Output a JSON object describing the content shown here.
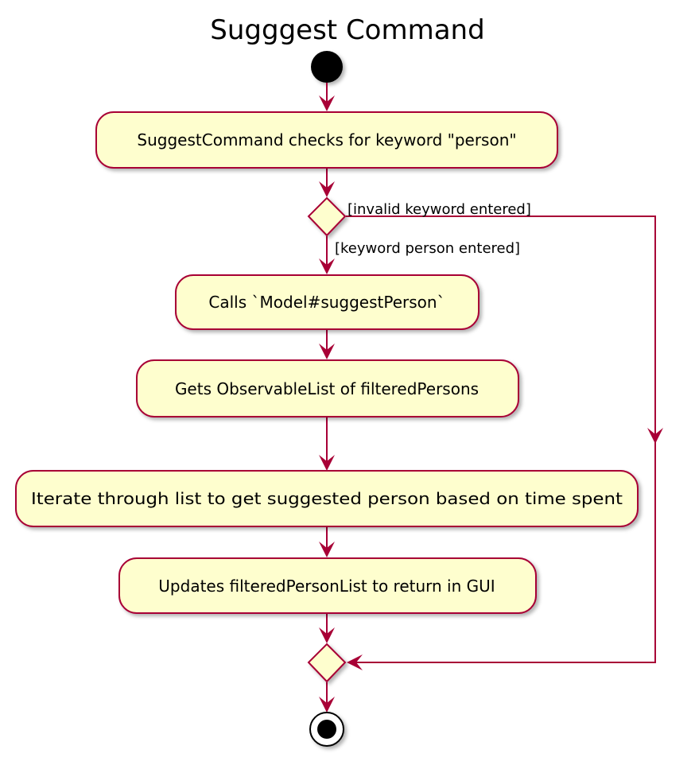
{
  "title": "Sugggest Command",
  "colors": {
    "activity_fill": "#FEFECE",
    "border": "#A80036",
    "start_node": "#000000"
  },
  "activities": [
    "SuggestCommand checks for keyword \"person\"",
    "Calls `Model#suggestPerson`",
    "Gets ObservableList of filteredPersons",
    "Iterate through list to get suggested person based on time spent",
    "Updates filteredPersonList to return in GUI"
  ],
  "guards": {
    "invalid": "[invalid keyword entered]",
    "valid": "[keyword person entered]"
  }
}
